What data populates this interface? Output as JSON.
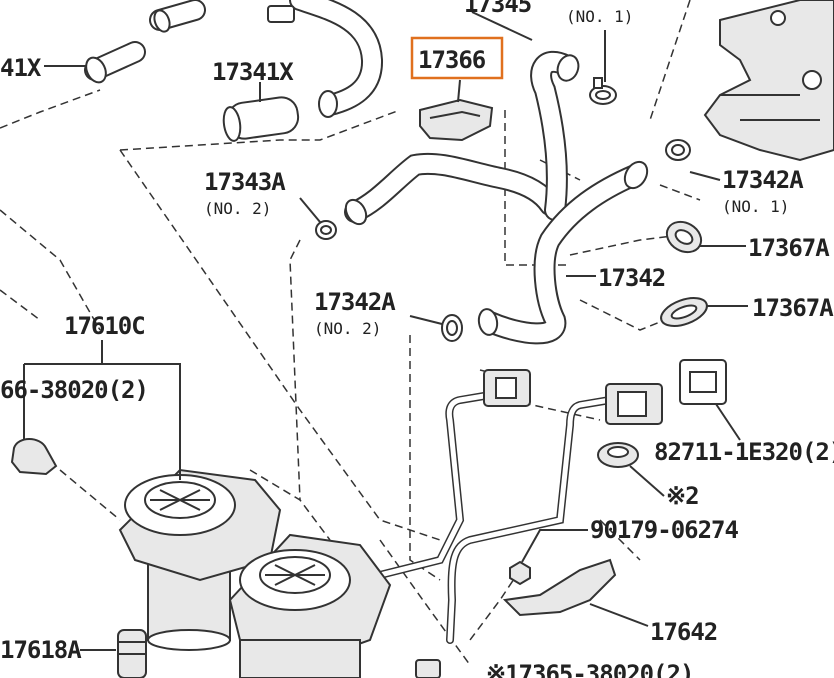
{
  "labels": {
    "l_17341x_left": "41X",
    "l_17341x": "17341X",
    "l_17345": "17345",
    "l_no1_top": "(NO. 1)",
    "l_17366": "17366",
    "l_17343a": "17343A",
    "l_17343a_sub": "(NO. 2)",
    "l_17342a_r": "17342A",
    "l_17342a_r_sub": "(NO. 1)",
    "l_17367a_1": "17367A",
    "l_17342": "17342",
    "l_17367a_2": "17367A",
    "l_17342a_l": "17342A",
    "l_17342a_l_sub": "(NO. 2)",
    "l_17610c": "17610C",
    "l_90366": "66-38020(2)",
    "l_82711": "82711-1E320(2)",
    "l_note2": "※2",
    "l_90179": "90179-06274",
    "l_17618a": "17618A",
    "l_17642": "17642",
    "l_17365": "※17365-38020(2)"
  },
  "highlight": {
    "part": "17366",
    "color": "#e0701e"
  }
}
